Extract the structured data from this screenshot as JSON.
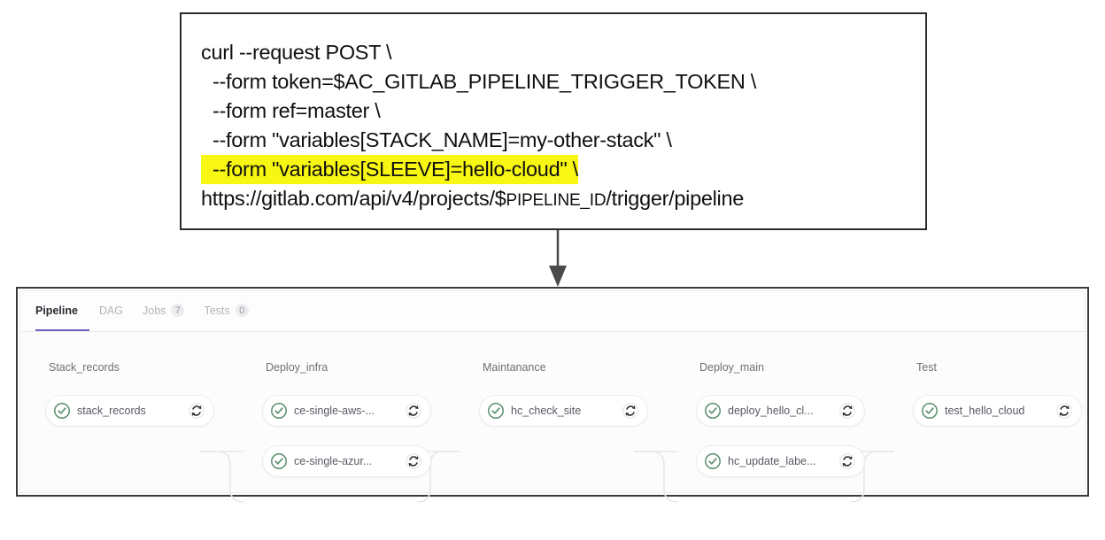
{
  "curl_box": {
    "lines": [
      {
        "text": "curl --request POST \\",
        "indent": false,
        "highlight": false
      },
      {
        "text": "--form token=$AC_GITLAB_PIPELINE_TRIGGER_TOKEN \\",
        "indent": true,
        "highlight": false
      },
      {
        "text": "--form ref=master \\",
        "indent": true,
        "highlight": false
      },
      {
        "text": "--form \"variables[STACK_NAME]=my-other-stack\" \\",
        "indent": true,
        "highlight": false
      },
      {
        "text": "--form \"variables[SLEEVE]=hello-cloud\" \\",
        "indent": true,
        "highlight": true
      }
    ],
    "url_line": {
      "prefix": "https://gitlab.com/api/v4/projects/$",
      "variable": "PIPELINE_ID",
      "suffix": "/trigger/pipeline"
    },
    "highlight_color": "#f8f714"
  },
  "arrow": {
    "name": "down-arrow",
    "color": "#4a4a4a"
  },
  "pipeline": {
    "tabs": [
      {
        "label": "Pipeline",
        "count": null,
        "active": true
      },
      {
        "label": "DAG",
        "count": null,
        "active": false
      },
      {
        "label": "Jobs",
        "count": "7",
        "active": false
      },
      {
        "label": "Tests",
        "count": "0",
        "active": false
      }
    ],
    "active_tab_color": "#6b63c4",
    "status_color": "#5a8f6e",
    "stages": [
      {
        "name": "Stack_records",
        "jobs": [
          {
            "label": "stack_records",
            "status": "success",
            "retry": "retry-icon"
          }
        ]
      },
      {
        "name": "Deploy_infra",
        "jobs": [
          {
            "label": "ce-single-aws-...",
            "status": "success",
            "retry": "retry-icon"
          },
          {
            "label": "ce-single-azur...",
            "status": "success",
            "retry": "retry-icon"
          }
        ]
      },
      {
        "name": "Maintanance",
        "jobs": [
          {
            "label": "hc_check_site",
            "status": "success",
            "retry": "retry-icon"
          }
        ]
      },
      {
        "name": "Deploy_main",
        "jobs": [
          {
            "label": "deploy_hello_cl...",
            "status": "success",
            "retry": "retry-icon"
          },
          {
            "label": "hc_update_labe...",
            "status": "success",
            "retry": "retry-icon"
          }
        ]
      },
      {
        "name": "Test",
        "jobs": [
          {
            "label": "test_hello_cloud",
            "status": "success",
            "retry": "retry-icon"
          }
        ]
      }
    ]
  }
}
